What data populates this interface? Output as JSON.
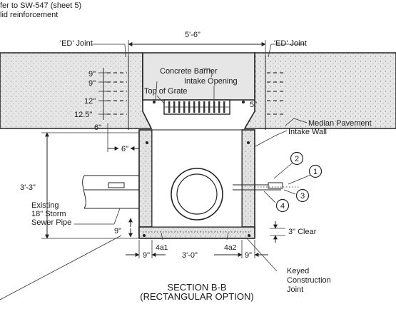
{
  "notes": {
    "refer_line1": "fer to SW-547 (sheet 5)",
    "refer_line2": "lid reinforcement"
  },
  "labels": {
    "ed_joint_left": "'ED' Joint",
    "ed_joint_right": "'ED' Joint",
    "concrete_barrier": "Concrete Barrier",
    "intake_opening": "Intake Opening",
    "top_of_grate": "Top of Grate",
    "median_pavement": "Median Pavement",
    "intake_wall": "Intake Wall",
    "existing_pipe_line1": "Existing",
    "existing_pipe_line2": "18\" Storm",
    "existing_pipe_line3": "Sewer Pipe",
    "clear_3": "3\" Clear",
    "keyed_line1": "Keyed",
    "keyed_line2": "Construction",
    "keyed_line3": "Joint",
    "bar_4a1": "4a1",
    "bar_4a2": "4a2"
  },
  "dimensions": {
    "top_width": "5'-6\"",
    "d9_a": "9\"",
    "d9_b": "9\"",
    "d12": "12\"",
    "d12_5": "12.5\"",
    "d5": "5\"",
    "d6_a": "6\"",
    "d6_b": "6\"",
    "height": "3'-3\"",
    "d9_c": "9\"",
    "d9_left": "9\"",
    "inner_width": "3'-0\"",
    "d9_right": "9\""
  },
  "callouts": [
    "1",
    "2",
    "3",
    "4"
  ],
  "title": {
    "line1": "SECTION B-B",
    "line2": "(RECTANGULAR OPTION)"
  }
}
